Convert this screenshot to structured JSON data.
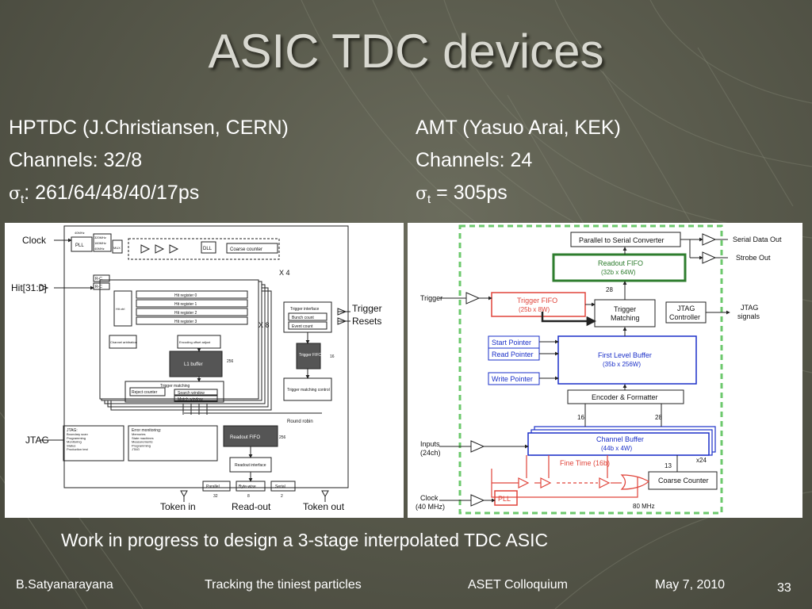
{
  "slide": {
    "title": "ASIC TDC devices",
    "caption": "Work in progress to design a 3-stage interpolated TDC ASIC",
    "page_number": "33"
  },
  "left": {
    "heading": "HPTDC (J.Christiansen, CERN)",
    "channels": "Channels: 32/8",
    "sigma_symbol": "σ",
    "sigma_sub": "t",
    "sigma_value": ": 261/64/48/40/17ps"
  },
  "right": {
    "heading": "AMT (Yasuo Arai, KEK)",
    "channels": "Channels: 24",
    "sigma_symbol": "σ",
    "sigma_sub": "t",
    "sigma_value": " = 305ps"
  },
  "footer": {
    "author": "B.Satyanarayana",
    "talk": "Tracking the tiniest particles",
    "venue": "ASET Colloquium",
    "date": "May 7, 2010"
  },
  "hptdc": {
    "clock": "Clock",
    "hit": "Hit[31:0]",
    "jtag_pin": "JTAG",
    "pll": "PLL",
    "freq1": "40MHz",
    "freq2": "320MHz",
    "freq3": "160MHz",
    "freq4": "40MHz",
    "mux": "MUX",
    "dll": "DLL",
    "coarse": "Coarse counter",
    "x4": "X 4",
    "x8": "X 8",
    "rc1": "R-C",
    "rc2": "R-C",
    "hit_ctrl": "Hit ctrl",
    "hreg0": "Hit register 0",
    "hreg1": "Hit register 1",
    "hreg2": "Hit register 2",
    "hreg3": "Hit register 3",
    "channel_arb": "Channel arbitration",
    "encoding": "Encoding offset adjust",
    "l1": "L1 buffer",
    "n256a": "256",
    "trigger_matching": "Trigger matching",
    "search_window": "Search window",
    "match_window": "Match window",
    "reject": "Reject counter",
    "trig_if": "Trigger interface",
    "bunch": "Bunch count",
    "event": "Event count",
    "trigger": "Trigger",
    "resets": "Resets",
    "trig_fifo": "Trigger FIFO",
    "n16": "16",
    "tmc": "Trigger matching control",
    "round_robin": "Round robin",
    "readout_fifo": "Readout FIFO",
    "n256b": "256",
    "jtag_title": "JTAG:",
    "jtag_lines": "Boundary scan\nProgramming\nMonitoring\nStatus\nProduction test",
    "err_title": "Error monitoring:",
    "err_lines": "Memories\nState machines\nMeasurements\nProgramming\nJTAG",
    "readout_if": "Readout interface",
    "parallel": "Parallel",
    "bytewise": "Byte-wise",
    "serial": "Serial",
    "n32": "32",
    "n8": "8",
    "n2": "2",
    "token_in": "Token in",
    "readout": "Read-out",
    "token_out": "Token out"
  },
  "amt": {
    "p2s": "Parallel to Serial Converter",
    "serial_out": "Serial Data Out",
    "strobe_out": "Strobe Out",
    "readout_fifo": "Readout FIFO",
    "readout_fifo_size": "(32b x 64W)",
    "n28a": "28",
    "trigger": "Trigger",
    "trig_fifo": "Trigger FIFO",
    "trig_fifo_size": "(25b x 8W)",
    "trig_matching1": "Trigger",
    "trig_matching2": "Matching",
    "jtag_ctrl1": "JTAG",
    "jtag_ctrl2": "Controller",
    "jtag_sig1": "JTAG",
    "jtag_sig2": "signals",
    "start_ptr": "Start Pointer",
    "read_ptr": "Read Pointer",
    "write_ptr": "Write Pointer",
    "flb": "First Level Buffer",
    "flb_size": "(35b x 256W)",
    "enc": "Encoder & Formatter",
    "n16": "16",
    "n28b": "28",
    "inputs1": "Inputs",
    "inputs2": "(24ch)",
    "chbuf": "Channel Buffer",
    "chbuf_size": "(44b x 4W)",
    "fine_time": "Fine Time (16b)",
    "n13": "13",
    "x24": "x24",
    "coarse": "Coarse Counter",
    "clock1": "Clock",
    "clock2": "(40 MHz)",
    "pll": "PLL",
    "mhz80": "80 MHz"
  },
  "colors": {
    "title": "#d8d8d0",
    "amt_green": "#2e7d2e",
    "amt_blue": "#1a2fc8",
    "amt_red": "#e0443a",
    "amt_dash": "#6cc86c"
  }
}
